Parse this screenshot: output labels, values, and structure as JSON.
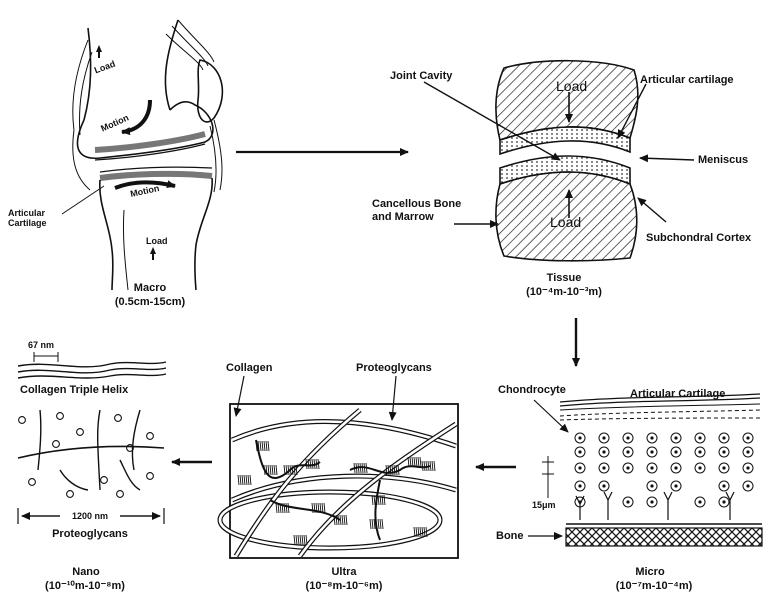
{
  "macro": {
    "load_top": "Load",
    "motion_upper": "Motion",
    "motion_lower": "Motion",
    "articular_cartilage": "Articular Cartilage",
    "load_bottom": "Load",
    "caption": "Macro",
    "scale": "(0.5cm-15cm)"
  },
  "tissue": {
    "joint_cavity": "Joint Cavity",
    "articular_cartilage": "Articular cartilage",
    "load_top": "Load",
    "meniscus": "Meniscus",
    "cancellous_bone": "Cancellous Bone and Marrow",
    "load_bottom": "Load",
    "subchondral_cortex": "Subchondral Cortex",
    "caption": "Tissue",
    "scale": "(10⁻⁴m-10⁻³m)"
  },
  "micro": {
    "chondrocyte": "Chondrocyte",
    "articular_cartilage": "Articular Cartilage",
    "size": "15μm",
    "bone": "Bone",
    "caption": "Micro",
    "scale": "(10⁻⁷m-10⁻⁴m)"
  },
  "ultra": {
    "collagen": "Collagen",
    "proteoglycans": "Proteoglycans",
    "caption": "Ultra",
    "scale": "(10⁻⁸m-10⁻⁶m)"
  },
  "nano": {
    "period": "67 nm",
    "triple_helix": "Collagen Triple Helix",
    "length": "1200 nm",
    "proteoglycans": "Proteoglycans",
    "caption": "Nano",
    "scale": "(10⁻¹⁰m-10⁻⁸m)"
  }
}
